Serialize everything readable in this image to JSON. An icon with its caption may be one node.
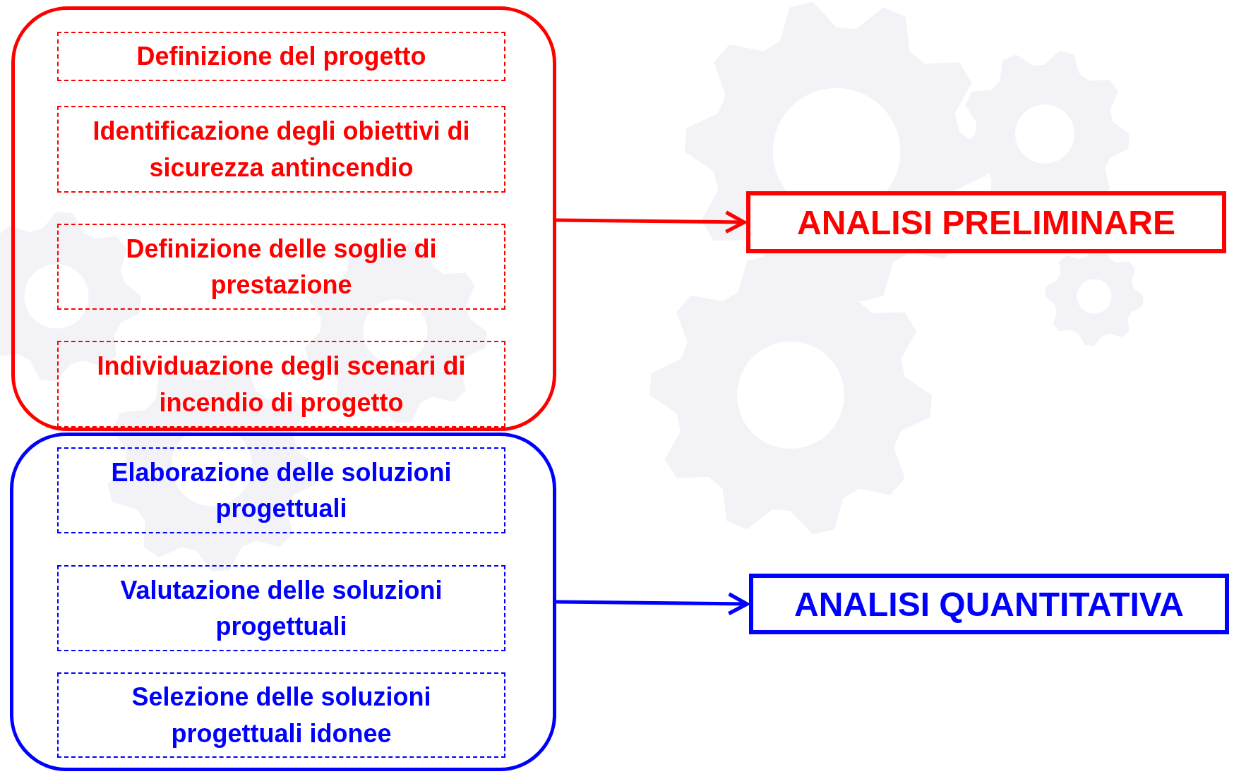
{
  "diagram": {
    "nodes": [
      {
        "text": [],
        "shape": "box"
      },
      {
        "text": [
          "Definizione del progetto"
        ],
        "in": 0
      },
      {
        "text": [
          "Identificazione degli obiettivi di sicurezza antincendio"
        ],
        "in": 0
      },
      {
        "text": [
          "Definizione delle soglie di prestazione"
        ],
        "in": 0
      },
      {
        "text": [
          "Individuazione degli scenari di incendio di progetto"
        ],
        "in": 0
      },
      {
        "text": [],
        "shape": "box"
      },
      {
        "text": [
          "Elaborazione delle soluzioni progettuali"
        ],
        "in": 5
      },
      {
        "text": [
          "Valutazione delle soluzioni progettuali"
        ],
        "in": 5
      },
      {
        "text": [
          "Selezione delle soluzioni progettuali idonee"
        ],
        "in": 5
      },
      {
        "text": [
          "ANALISI PRELIMINARE"
        ]
      },
      {
        "text": [
          "ANALISI QUANTITATIVA"
        ]
      }
    ],
    "edges": [
      {
        "from": 0,
        "to": 9,
        "arrow": "to",
        "color": "#ff0000"
      },
      {
        "from": 5,
        "to": 10,
        "arrow": "to",
        "color": "#0000ff"
      }
    ]
  }
}
